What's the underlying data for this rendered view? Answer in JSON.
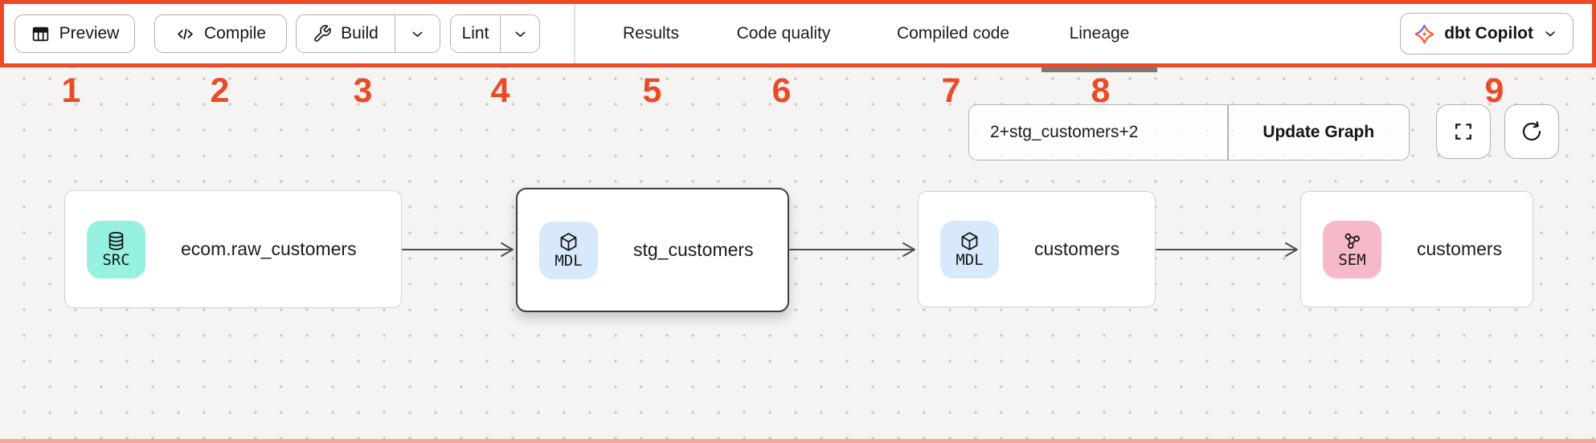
{
  "annotation": {
    "box_color": "#EC4A27",
    "numbers": [
      "1",
      "2",
      "3",
      "4",
      "5",
      "6",
      "7",
      "8",
      "9"
    ]
  },
  "toolbar": {
    "buttons": [
      {
        "label": "Preview",
        "icon": "table-icon"
      },
      {
        "label": "Compile",
        "icon": "code-icon"
      },
      {
        "label": "Build",
        "icon": "wrench-icon",
        "has_dropdown": true
      },
      {
        "label": "Lint",
        "has_dropdown": true
      }
    ],
    "tabs": [
      {
        "label": "Results",
        "active": false
      },
      {
        "label": "Code quality",
        "active": false
      },
      {
        "label": "Compiled code",
        "active": false
      },
      {
        "label": "Lineage",
        "active": true
      }
    ],
    "copilot": {
      "label": "dbt Copilot",
      "icon": "dbt-logo-icon",
      "has_dropdown": true
    }
  },
  "graph_controls": {
    "selector_value": "2+stg_customers+2",
    "update_button_label": "Update Graph",
    "icon_buttons": [
      "fullscreen-icon",
      "refresh-icon"
    ]
  },
  "lineage": {
    "nodes": [
      {
        "badge": "SRC",
        "badge_icon": "database-icon",
        "badge_color": "#97F1E1",
        "label": "ecom.raw_customers",
        "selected": false
      },
      {
        "badge": "MDL",
        "badge_icon": "cube-icon",
        "badge_color": "#D8E9FB",
        "label": "stg_customers",
        "selected": true
      },
      {
        "badge": "MDL",
        "badge_icon": "cube-icon",
        "badge_color": "#D8E9FB",
        "label": "customers",
        "selected": false
      },
      {
        "badge": "SEM",
        "badge_icon": "semantic-model-icon",
        "badge_color": "#F6B9C8",
        "label": "customers",
        "selected": false
      }
    ],
    "edges": [
      {
        "from": "ecom.raw_customers",
        "to": "stg_customers"
      },
      {
        "from": "stg_customers",
        "to": "customers"
      },
      {
        "from": "customers",
        "to": "customers (SEM)"
      }
    ]
  },
  "colors": {
    "canvas_bg": "#F5F4F2",
    "dot_grid": "#C8C5C1",
    "active_tab_underline": "#7D7873",
    "edge": "#4C4C4C",
    "dbt_orange": "#FF5C35",
    "dbt_purple": "#7B5CFF"
  }
}
